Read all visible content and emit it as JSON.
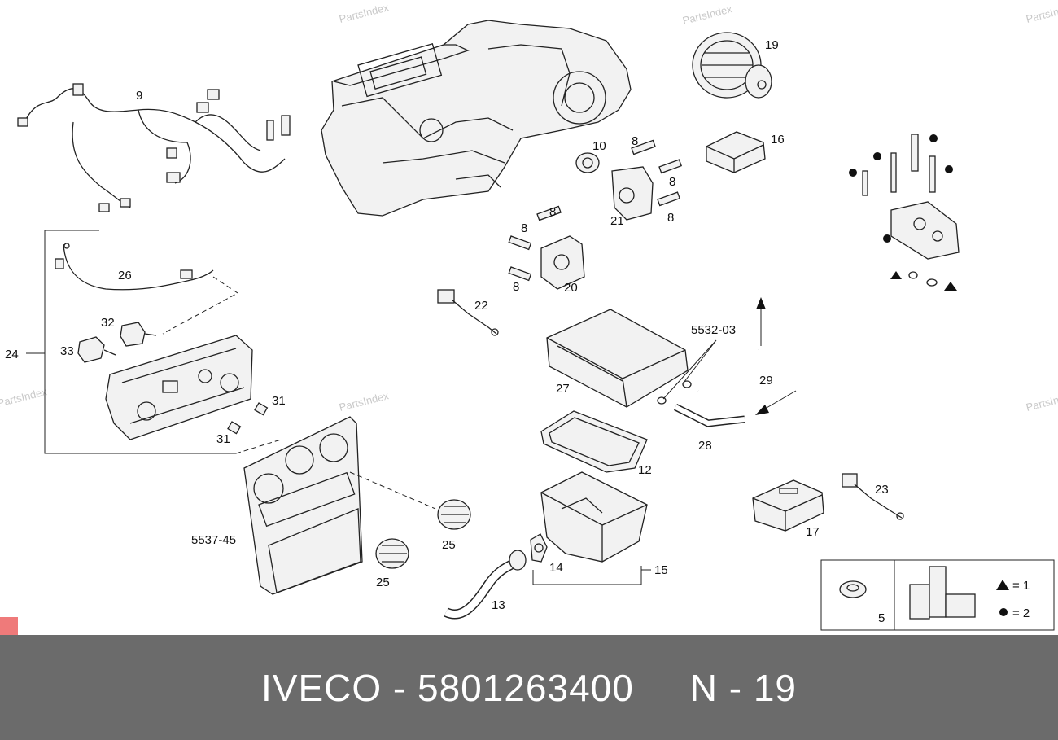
{
  "watermark": "PartsIndex",
  "callouts": {
    "c9": "9",
    "c19": "19",
    "c10": "10",
    "c16": "16",
    "c8": "8",
    "c21": "21",
    "c20": "20",
    "c26": "26",
    "c24": "24",
    "c32": "32",
    "c33": "33",
    "c31": "31",
    "c22": "22",
    "c5532_03": "5532-03",
    "c29": "29",
    "c27": "27",
    "c28": "28",
    "c12": "12",
    "c23": "23",
    "c17": "17",
    "c5537_45": "5537-45",
    "c25": "25",
    "c14": "14",
    "c15": "15",
    "c13": "13",
    "c5": "5"
  },
  "legend": {
    "triangle_count": "= 1",
    "dot_count": "= 2"
  },
  "footer": {
    "text": "IVECO - 5801263400     N - 19"
  }
}
